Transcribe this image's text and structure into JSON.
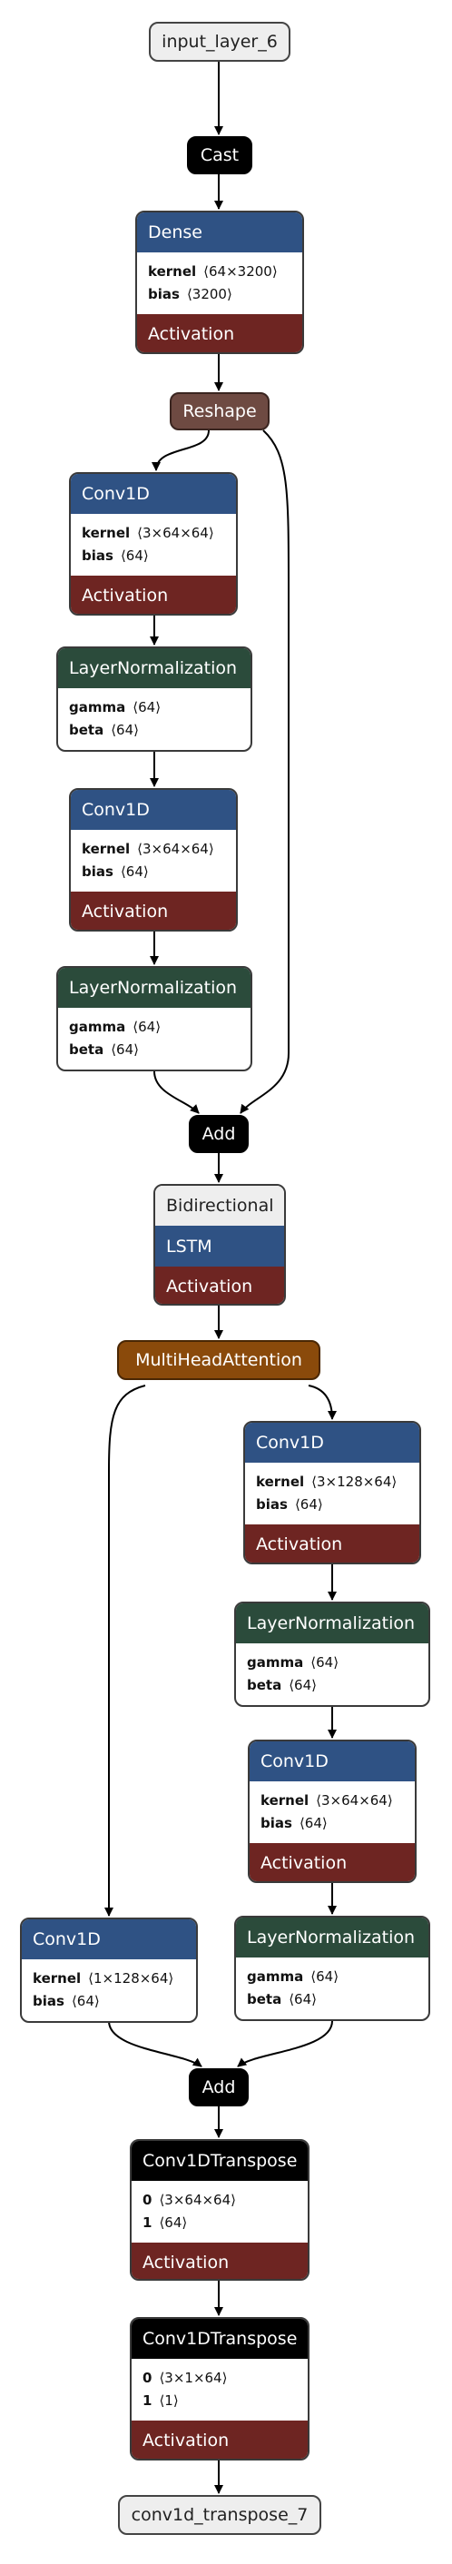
{
  "colors": {
    "dense": "#2f5284",
    "normalization": "#2b4b3b",
    "activation": "#6e2522",
    "reshape": "#6e4a42",
    "attention": "#8a4a0b",
    "op": "#000000",
    "io": "#eeeeee"
  },
  "nodes": {
    "input": {
      "label": "input_layer_6"
    },
    "cast": {
      "label": "Cast"
    },
    "dense": {
      "title": "Dense",
      "params": [
        {
          "name": "kernel",
          "shape": "⟨64×3200⟩"
        },
        {
          "name": "bias",
          "shape": "⟨3200⟩"
        }
      ],
      "activation": "Activation"
    },
    "reshape": {
      "label": "Reshape"
    },
    "conv1": {
      "title": "Conv1D",
      "params": [
        {
          "name": "kernel",
          "shape": "⟨3×64×64⟩"
        },
        {
          "name": "bias",
          "shape": "⟨64⟩"
        }
      ],
      "activation": "Activation"
    },
    "ln1": {
      "title": "LayerNormalization",
      "params": [
        {
          "name": "gamma",
          "shape": "⟨64⟩"
        },
        {
          "name": "beta",
          "shape": "⟨64⟩"
        }
      ]
    },
    "conv2": {
      "title": "Conv1D",
      "params": [
        {
          "name": "kernel",
          "shape": "⟨3×64×64⟩"
        },
        {
          "name": "bias",
          "shape": "⟨64⟩"
        }
      ],
      "activation": "Activation"
    },
    "ln2": {
      "title": "LayerNormalization",
      "params": [
        {
          "name": "gamma",
          "shape": "⟨64⟩"
        },
        {
          "name": "beta",
          "shape": "⟨64⟩"
        }
      ]
    },
    "add1": {
      "label": "Add"
    },
    "bidir": {
      "title": "Bidirectional",
      "inner": "LSTM",
      "activation": "Activation"
    },
    "mha": {
      "label": "MultiHeadAttention"
    },
    "conv3": {
      "title": "Conv1D",
      "params": [
        {
          "name": "kernel",
          "shape": "⟨3×128×64⟩"
        },
        {
          "name": "bias",
          "shape": "⟨64⟩"
        }
      ],
      "activation": "Activation"
    },
    "ln3": {
      "title": "LayerNormalization",
      "params": [
        {
          "name": "gamma",
          "shape": "⟨64⟩"
        },
        {
          "name": "beta",
          "shape": "⟨64⟩"
        }
      ]
    },
    "conv4": {
      "title": "Conv1D",
      "params": [
        {
          "name": "kernel",
          "shape": "⟨3×64×64⟩"
        },
        {
          "name": "bias",
          "shape": "⟨64⟩"
        }
      ],
      "activation": "Activation"
    },
    "convskip": {
      "title": "Conv1D",
      "params": [
        {
          "name": "kernel",
          "shape": "⟨1×128×64⟩"
        },
        {
          "name": "bias",
          "shape": "⟨64⟩"
        }
      ]
    },
    "ln4": {
      "title": "LayerNormalization",
      "params": [
        {
          "name": "gamma",
          "shape": "⟨64⟩"
        },
        {
          "name": "beta",
          "shape": "⟨64⟩"
        }
      ]
    },
    "add2": {
      "label": "Add"
    },
    "convt1": {
      "title": "Conv1DTranspose",
      "params": [
        {
          "name": "0",
          "shape": "⟨3×64×64⟩"
        },
        {
          "name": "1",
          "shape": "⟨64⟩"
        }
      ],
      "activation": "Activation"
    },
    "convt2": {
      "title": "Conv1DTranspose",
      "params": [
        {
          "name": "0",
          "shape": "⟨3×1×64⟩"
        },
        {
          "name": "1",
          "shape": "⟨1⟩"
        }
      ],
      "activation": "Activation"
    },
    "output": {
      "label": "conv1d_transpose_7"
    }
  }
}
